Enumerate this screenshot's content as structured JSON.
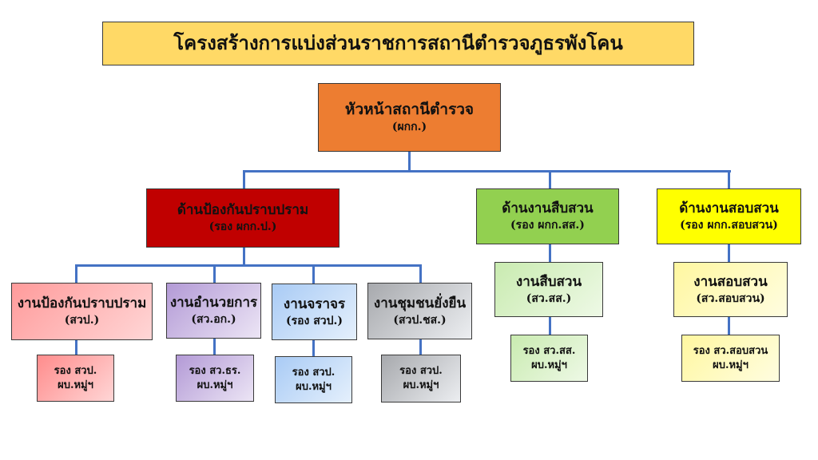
{
  "title": "โครงสร้างการแบ่งส่วนราชการสถานีตำรวจภูธรพังโคน",
  "head": {
    "name": "หัวหน้าสถานีตำรวจ",
    "abbr": "(ผกก.)"
  },
  "divisions": [
    {
      "name": "ด้านป้องกันปราบปราม",
      "abbr": "(รอง ผกก.ป.)",
      "color": "#c00000"
    },
    {
      "name": "ด้านงานสืบสวน",
      "abbr": "(รอง ผกก.สส.)",
      "color": "#92d050"
    },
    {
      "name": "ด้านงานสอบสวน",
      "abbr": "(รอง ผกก.สอบสวน)",
      "color": "#ffff00"
    }
  ],
  "units": [
    {
      "name": "งานป้องกันปราบปราม",
      "abbr": "(สวป.)",
      "sub1": "รอง สวป.",
      "sub2": "ผบ.หมู่ฯ"
    },
    {
      "name": "งานอำนวยการ",
      "abbr": "(สว.อก.)",
      "sub1": "รอง สว.ธร.",
      "sub2": "ผบ.หมู่ฯ"
    },
    {
      "name": "งานจราจร",
      "abbr": "(รอง สวป.)",
      "sub1": "รอง สวป.",
      "sub2": "ผบ.หมู่ฯ"
    },
    {
      "name": "งานชุมชนยั่งยืน",
      "abbr": "(สวป.ชส.)",
      "sub1": "รอง สวป.",
      "sub2": "ผบ.หมู่ฯ"
    },
    {
      "name": "งานสืบสวน",
      "abbr": "(สว.สส.)",
      "sub1": "รอง สว.สส.",
      "sub2": "ผบ.หมู่ฯ"
    },
    {
      "name": "งานสอบสวน",
      "abbr": "(สว.สอบสวน)",
      "sub1": "รอง สว.สอบสวน",
      "sub2": "ผบ.หมู่ฯ"
    }
  ]
}
